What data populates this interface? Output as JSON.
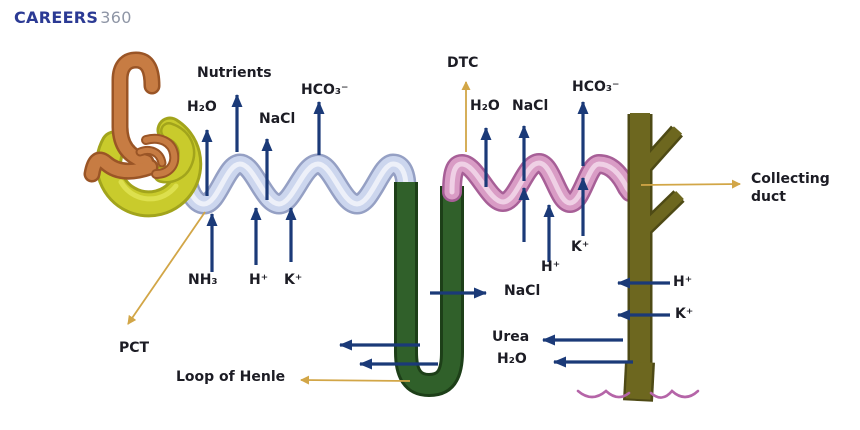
{
  "logo": {
    "brand": "CAREERS",
    "suffix": "360"
  },
  "diagram": {
    "structures": {
      "pct": "PCT",
      "loop_of_henle": "Loop of Henle",
      "dtc": "DTC",
      "collecting_duct": "Collecting duct"
    },
    "pct_region": {
      "nutrients": "Nutrients",
      "h2o": "H₂O",
      "nacl": "NaCl",
      "hco3": "HCO₃⁻",
      "nh3": "NH₃",
      "h": "H⁺",
      "k": "K⁺"
    },
    "loop_region": {
      "nacl": "NaCl"
    },
    "dct_region": {
      "h2o": "H₂O",
      "nacl": "NaCl",
      "hco3": "HCO₃⁻",
      "h": "H⁺",
      "k": "K⁺"
    },
    "collecting_region": {
      "h": "H⁺",
      "k": "K⁺",
      "urea": "Urea",
      "h2o": "H₂O"
    }
  },
  "colors": {
    "arrow_navy": "#1b3a78",
    "pointer_gold": "#d2a647",
    "pct_tube": "#ccd6ee",
    "pct_outline": "#95a0c4",
    "loop_tube": "#30602a",
    "loop_outline": "#1d3f18",
    "dct_tube": "#d99cc5",
    "dct_outline": "#a75f97",
    "collecting_duct": "#6d671f",
    "collecting_duct_outline": "#4e4a15",
    "glomerulus_orange": "#c77c43",
    "bowmans_capsule_yellow": "#c9cb2c",
    "urine_wave_pink": "#b565a8",
    "logo_navy": "#2b3a94",
    "label_text": "#1c1c24"
  }
}
